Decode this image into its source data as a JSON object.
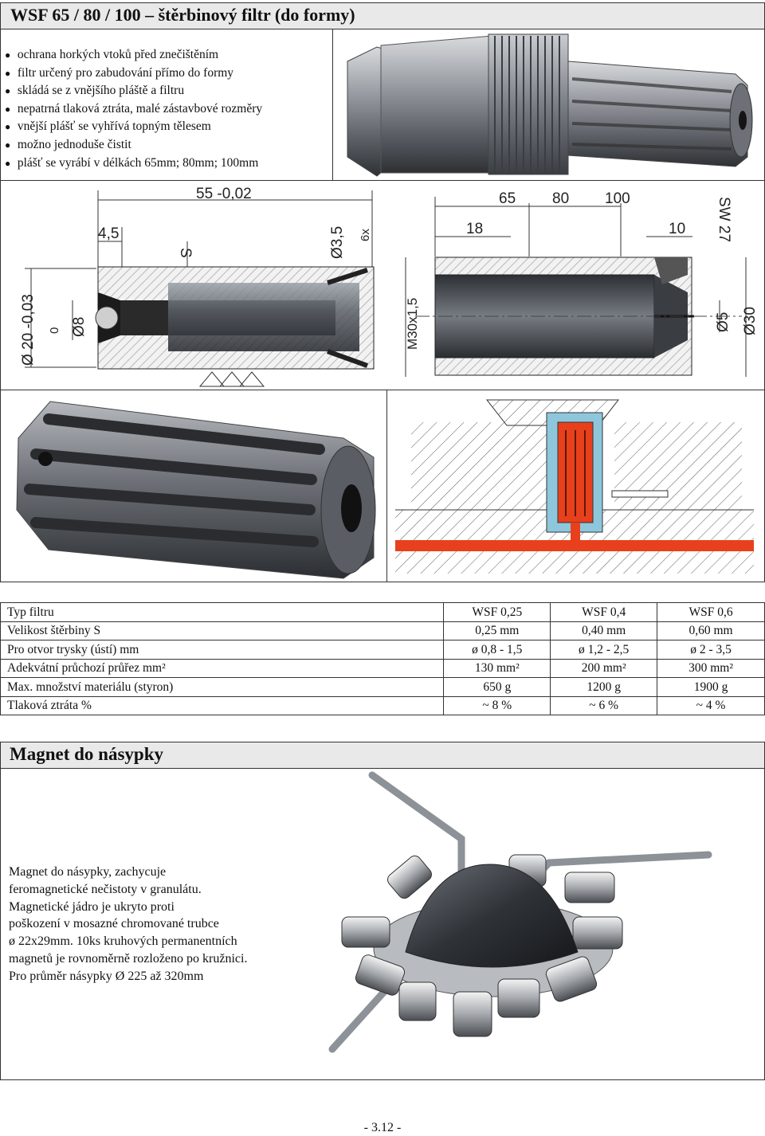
{
  "header": {
    "title": "WSF 65 / 80 / 100 – štěrbinový filtr (do formy)"
  },
  "features": [
    "ochrana horkých vtoků před znečištěním",
    "filtr určený pro zabudování přímo do formy",
    "skládá se z vnějšího pláště a filtru",
    "nepatrná tlaková ztráta, malé zástavbové rozměry",
    "vnější plášť se vyhřívá topným tělesem",
    "možno jednoduše čistit",
    "plášť se vyrábí v délkách 65mm; 80mm; 100mm"
  ],
  "bullet_symbol": "●",
  "drawing_left": {
    "dim_length": "55 -0,02",
    "dim_offset": "4,5",
    "dim_gap": "S",
    "dim_holes": "Ø3,5",
    "dim_holes_count": "6x",
    "dim_outer": "Ø 20 -0,03",
    "dim_outer_tol": "0",
    "dim_inner": "Ø8"
  },
  "drawing_right": {
    "len_65": "65",
    "len_80": "80",
    "len_100": "100",
    "dim_18": "18",
    "dim_10": "10",
    "dim_sw": "SW 27",
    "thread": "M30x1,5",
    "dim_bore": "Ø5",
    "dim_outer": "Ø30"
  },
  "spec_table": {
    "columns": [
      "WSF 0,25",
      "WSF 0,4",
      "WSF 0,6"
    ],
    "rows": [
      {
        "label": "Typ filtru",
        "values": [
          "WSF 0,25",
          "WSF 0,4",
          "WSF 0,6"
        ]
      },
      {
        "label": "Velikost štěrbiny S",
        "values": [
          "0,25 mm",
          "0,40 mm",
          "0,60 mm"
        ]
      },
      {
        "label": "Pro otvor trysky (ústí) mm",
        "values": [
          "ø 0,8 - 1,5",
          "ø 1,2 - 2,5",
          "ø 2 - 3,5"
        ]
      },
      {
        "label": "Adekvátní průchozí průřez mm²",
        "values": [
          "130 mm²",
          "200 mm²",
          "300 mm²"
        ]
      },
      {
        "label": "Max. množství materiálu (styron)",
        "values": [
          "650 g",
          "1200 g",
          "1900 g"
        ]
      },
      {
        "label": "Tlaková ztráta %",
        "values": [
          "~ 8 %",
          "~ 6 %",
          "~ 4 %"
        ]
      }
    ]
  },
  "magnet_section": {
    "title": "Magnet do násypky",
    "description_lines": [
      "Magnet do násypky, zachycuje",
      "feromagnetické nečistoty v granulátu.",
      "Magnetické jádro je ukryto proti",
      "poškození v mosazné chromované trubce",
      "ø 22x29mm. 10ks kruhových permanentních",
      "magnetů je rovnoměrně rozloženo po kružnici.",
      "Pro průměr násypky Ø 225 až 320mm"
    ]
  },
  "footer": {
    "page_number": "- 3.12 -"
  },
  "colors": {
    "header_bg": "#e9e9e9",
    "melt_red": "#e8401c",
    "steel": "#8c8f95"
  }
}
